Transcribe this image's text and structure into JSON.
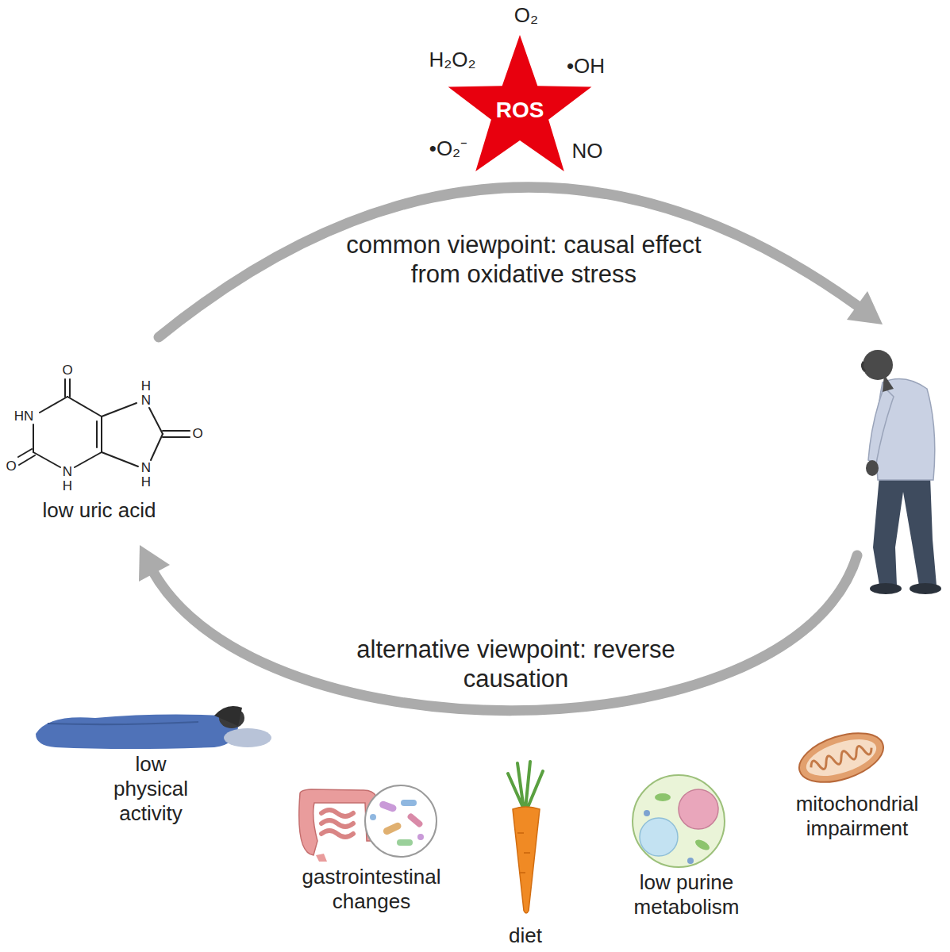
{
  "diagram": {
    "nodes": [
      {
        "text": [
          "ROS"
        ]
      }
    ],
    "labels": [
      "O₂",
      "H₂O₂",
      "•OH",
      "•O₂⁻",
      "NO",
      "common viewpoint: causal effect from oxidative stress",
      "O",
      "HN",
      "O",
      "N",
      "H",
      "H",
      "N",
      "O",
      "N",
      "H",
      "low uric acid",
      "alternative viewpoint: reverse causation",
      "low physical activity",
      "gastrointestinal changes",
      "diet",
      "low purine metabolism",
      "mitochondrial impairment"
    ]
  }
}
